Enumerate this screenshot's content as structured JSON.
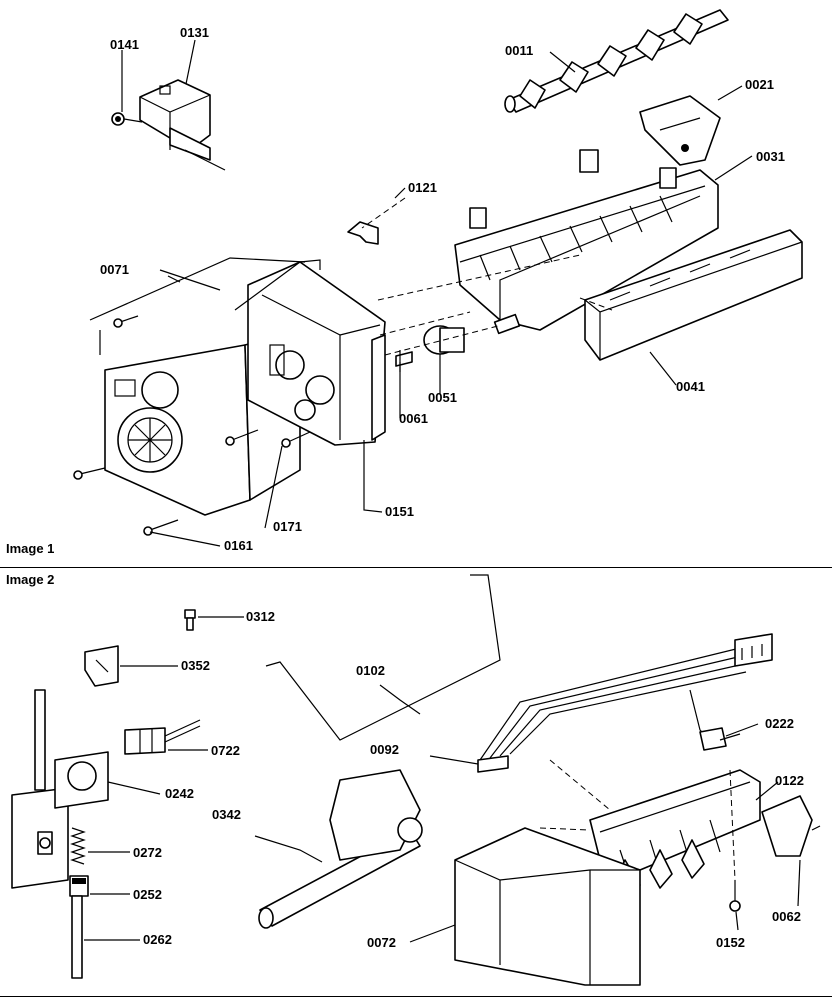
{
  "sections": {
    "image1_title": "Image 1",
    "image2_title": "Image 2"
  },
  "image1": {
    "labels": {
      "p0141": "0141",
      "p0131": "0131",
      "p0011": "0011",
      "p0021": "0021",
      "p0031": "0031",
      "p0121": "0121",
      "p0071": "0071",
      "p0051": "0051",
      "p0061": "0061",
      "p0041": "0041",
      "p0171": "0171",
      "p0151": "0151",
      "p0161": "0161"
    }
  },
  "image2": {
    "labels": {
      "p0312": "0312",
      "p0352": "0352",
      "p0102": "0102",
      "p0722": "0722",
      "p0242": "0242",
      "p0092": "0092",
      "p0222": "0222",
      "p0122": "0122",
      "p0342": "0342",
      "p0272": "0272",
      "p0252": "0252",
      "p0262": "0262",
      "p0062": "0062",
      "p0072": "0072",
      "p0152": "0152"
    }
  }
}
